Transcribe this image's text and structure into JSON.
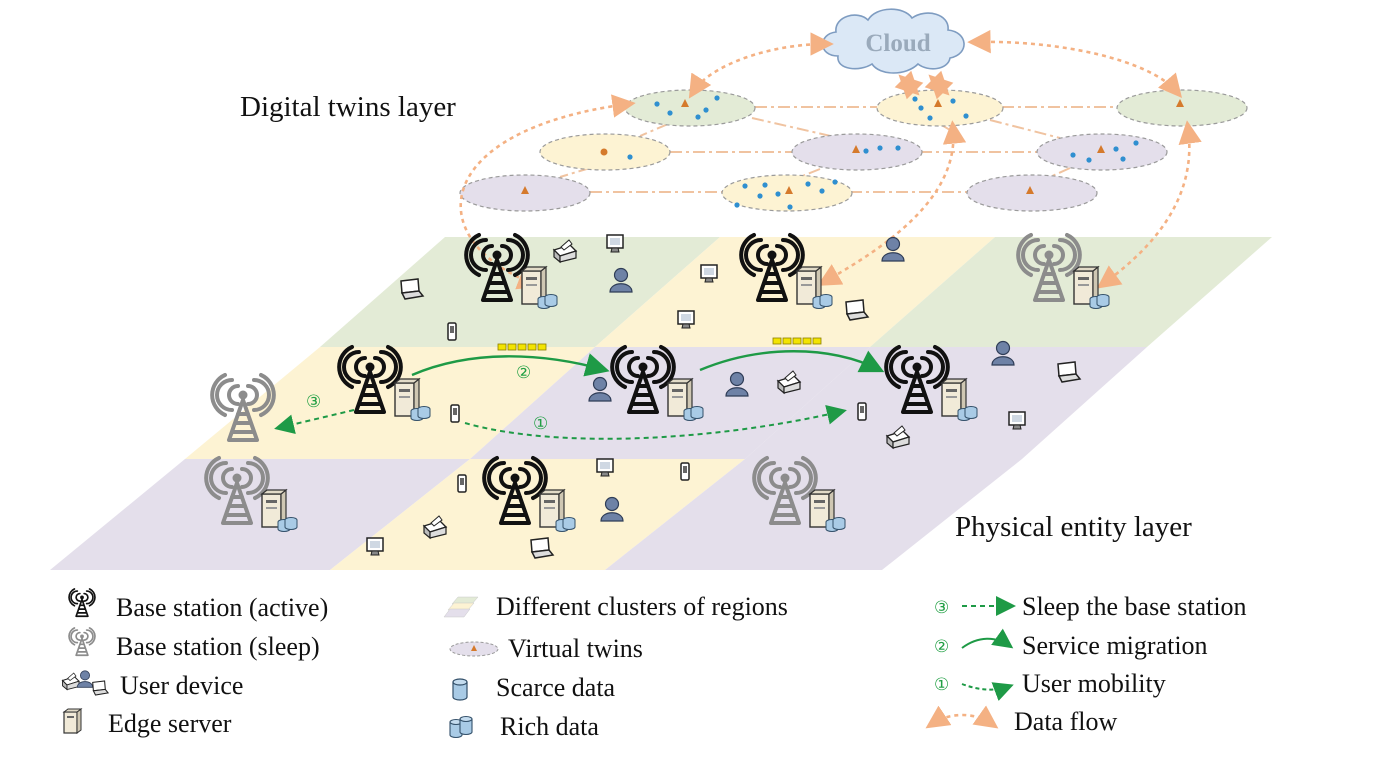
{
  "layers": {
    "digital_twins": "Digital twins layer",
    "physical_entity": "Physical entity layer",
    "cloud": "Cloud"
  },
  "step_markers": {
    "sleep": "③",
    "migration": "②",
    "mobility": "①"
  },
  "legend": {
    "col1": [
      {
        "icon": "tower-active-icon",
        "label": "Base station (active)"
      },
      {
        "icon": "tower-sleep-icon",
        "label": "Base station (sleep)"
      },
      {
        "icon": "user-device-icon",
        "label": "User device"
      },
      {
        "icon": "edge-server-icon",
        "label": "Edge server"
      }
    ],
    "col2": [
      {
        "icon": "region-cluster-icon",
        "label": "Different clusters of regions"
      },
      {
        "icon": "virtual-twin-icon",
        "label": "Virtual twins"
      },
      {
        "icon": "scarce-data-icon",
        "label": "Scarce data"
      },
      {
        "icon": "rich-data-icon",
        "label": "Rich data"
      }
    ],
    "col3": [
      {
        "icon": "sleep-arrow-icon",
        "marker": "③",
        "label": "Sleep the base station"
      },
      {
        "icon": "migration-arrow-icon",
        "marker": "②",
        "label": "Service migration"
      },
      {
        "icon": "mobility-arrow-icon",
        "marker": "①",
        "label": "User mobility"
      },
      {
        "icon": "data-flow-arrow-icon",
        "label": "Data flow"
      }
    ]
  },
  "colors": {
    "region_green": "#e3ebd6",
    "region_yellow": "#fdf3d3",
    "region_purple": "#e4dfeb",
    "twin_dot_blue": "#2f8fd0",
    "twin_triangle": "#d57a2c",
    "migration_green": "#1e9a46",
    "data_flow_orange": "#f4b183",
    "tower_active": "#111111",
    "tower_sleep": "#8c8c8c",
    "cloud_fill": "#dbe8f6"
  }
}
